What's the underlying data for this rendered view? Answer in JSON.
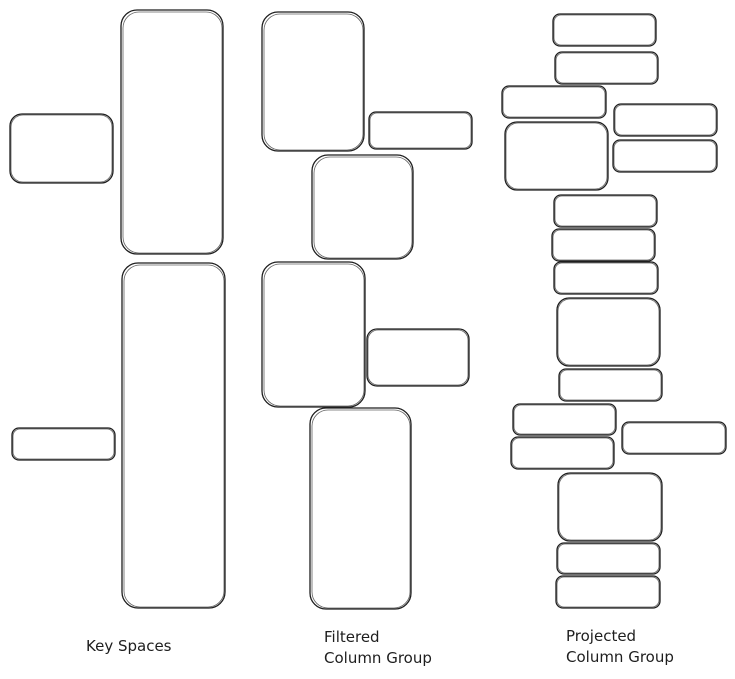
{
  "captions": {
    "key_spaces": "Key Spaces",
    "filtered": [
      "Filtered",
      "Column Group"
    ],
    "projected": [
      "Projected",
      "Column Group"
    ]
  },
  "colors": {
    "stroke": "#1e1e1e",
    "background": "#ffffff"
  }
}
